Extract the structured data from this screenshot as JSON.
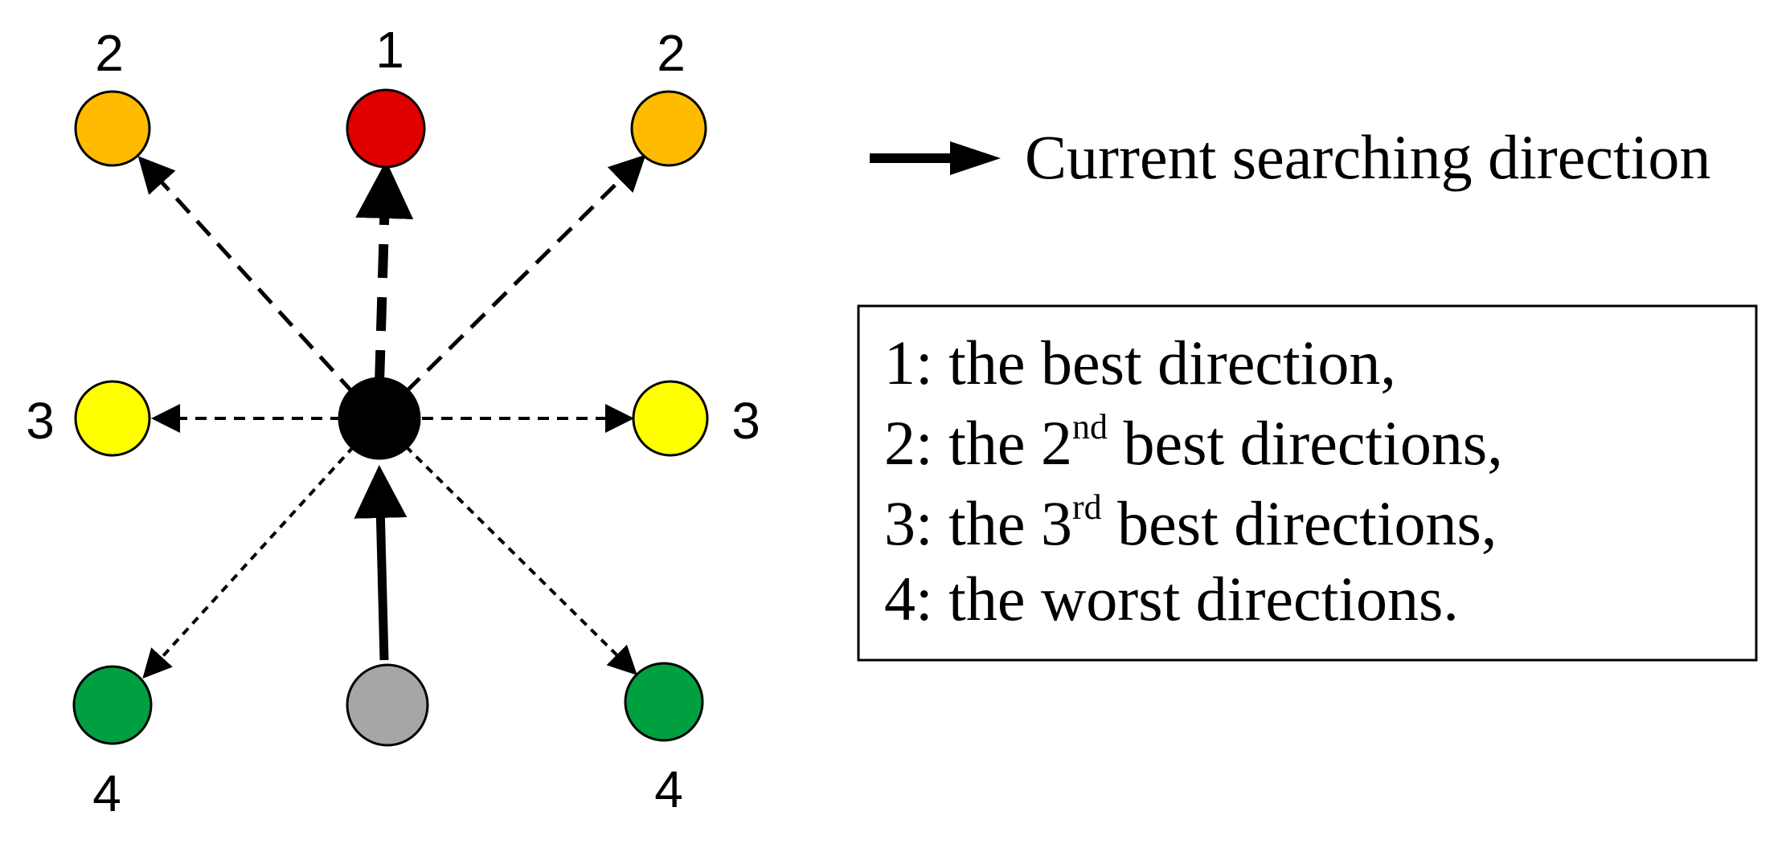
{
  "nodes": {
    "top_left": {
      "label": "2",
      "color": "#FFBB00"
    },
    "top": {
      "label": "1",
      "color": "#E00000"
    },
    "top_right": {
      "label": "2",
      "color": "#FFBB00"
    },
    "left": {
      "label": "3",
      "color": "#FFFF00"
    },
    "center": {
      "color": "#000000"
    },
    "right": {
      "label": "3",
      "color": "#FFFF00"
    },
    "bottom_left": {
      "label": "4",
      "color": "#00A040"
    },
    "bottom": {
      "color": "#A6A6A6"
    },
    "bottom_right": {
      "label": "4",
      "color": "#00A040"
    }
  },
  "legend": {
    "arrow_label": "Current searching direction"
  },
  "description": {
    "line1": {
      "num": "1",
      "text": ": the best direction,"
    },
    "line2": {
      "num": "2",
      "pre": ": the 2",
      "sup": "nd",
      "post": " best directions,"
    },
    "line3": {
      "num": "3",
      "pre": ": the 3",
      "sup": "rd",
      "post": " best directions,"
    },
    "line4": {
      "num": "4",
      "text": ": the worst directions."
    }
  }
}
